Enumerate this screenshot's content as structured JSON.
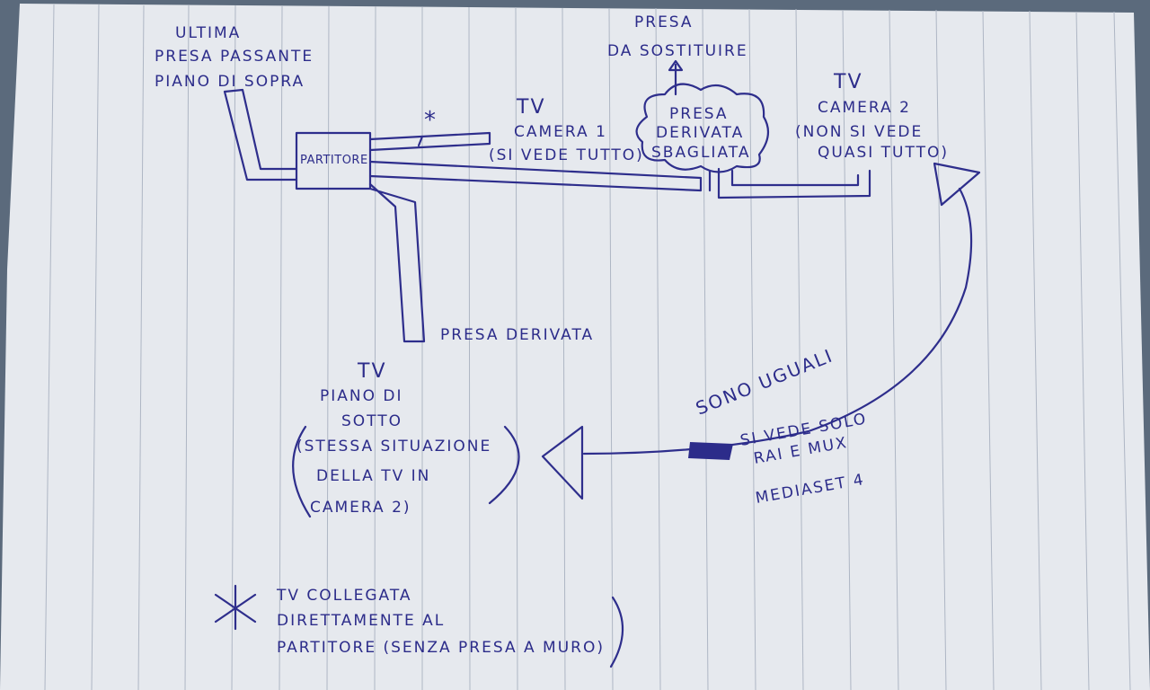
{
  "labels": {
    "ultima_presa": [
      "ULTIMA",
      "PRESA PASSANTE",
      "PIANO DI SOPRA"
    ],
    "presa_da_sostituire": [
      "PRESA",
      "DA SOSTITUIRE"
    ],
    "partitore": "PARTITORE",
    "asterisk": "*",
    "tv_camera1": [
      "TV",
      "CAMERA 1",
      "(SI VEDE TUTTO)"
    ],
    "presa_derivata_sbagliata": [
      "PRESA",
      "DERIVATA",
      "SBAGLIATA"
    ],
    "tv_camera2": [
      "TV",
      "CAMERA 2",
      "(NON SI VEDE",
      "QUASI TUTTO)"
    ],
    "presa_derivata": "PRESA DERIVATA",
    "tv_piano_sotto": [
      "TV",
      "PIANO DI",
      "SOTTO",
      "(STESSA SITUAZIONE",
      "DELLA TV IN",
      "CAMERA 2)"
    ],
    "sono_uguali": "SONO UGUALI",
    "si_vede_solo": [
      "SI VEDE SOLO",
      "RAI E MUX",
      "MEDIASET 4"
    ],
    "footnote_symbol": "*",
    "footnote": [
      "TV COLLEGATA",
      "DIRETTAMENTE AL",
      "PARTITORE (SENZA PRESA A MURO)"
    ]
  }
}
